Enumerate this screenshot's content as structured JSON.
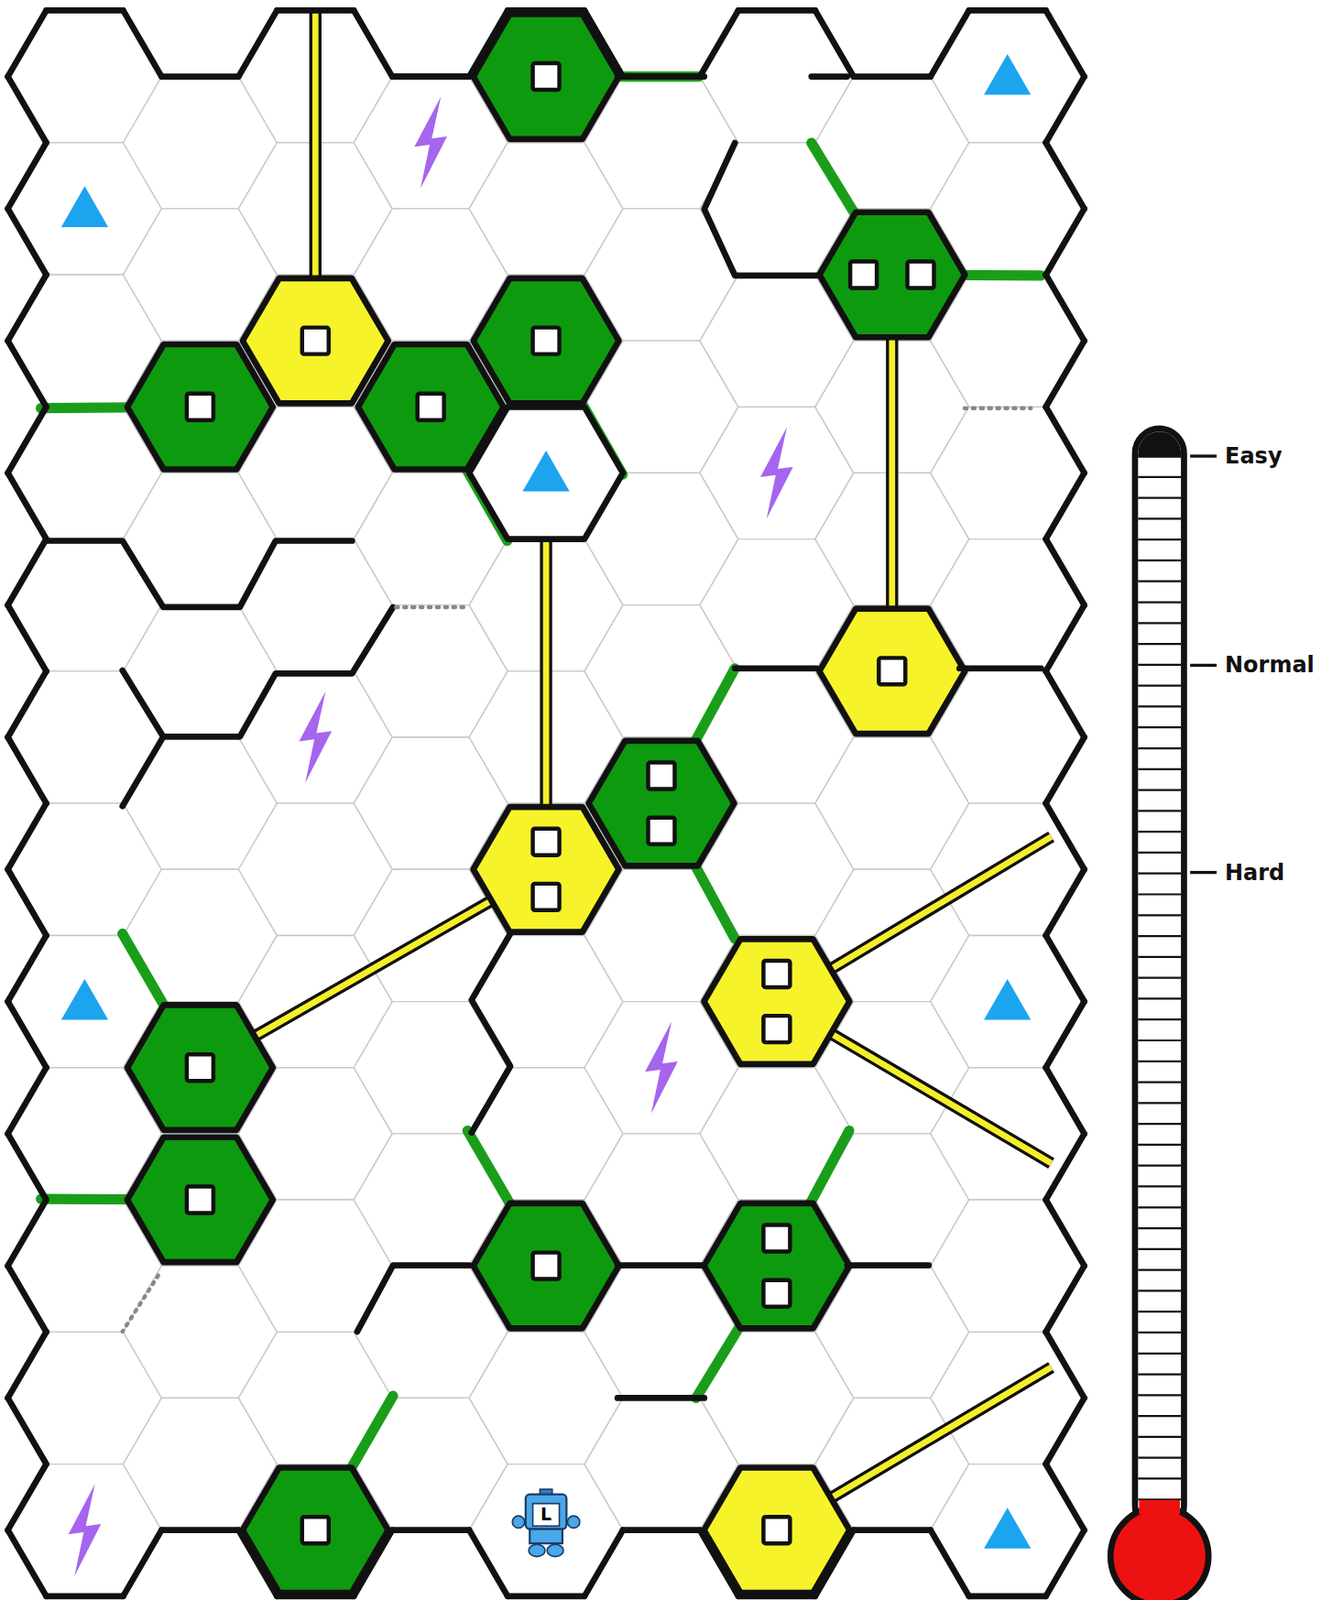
{
  "diagram": {
    "labels": [
      "Easy",
      "Normal",
      "Hard",
      "L"
    ]
  }
}
